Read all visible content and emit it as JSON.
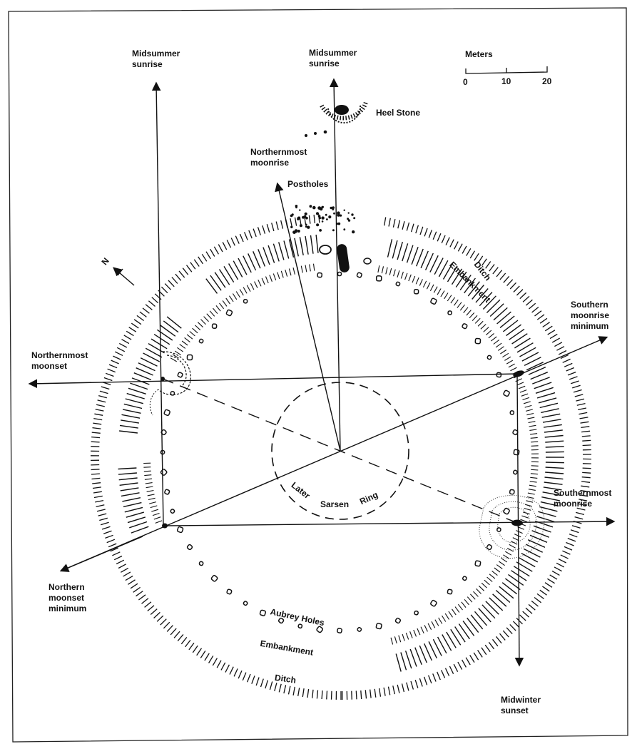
{
  "title": "Stonehenge astronomical alignments plan",
  "colors": {
    "ink": "#111111",
    "paper": "#ffffff"
  },
  "scale_bar": {
    "unit_label": "Meters",
    "ticks": [
      "0",
      "10",
      "20"
    ]
  },
  "north_arrow": {
    "label": "N"
  },
  "alignments": {
    "midsummer_sunrise_left": [
      "Midsummer",
      "sunrise"
    ],
    "midsummer_sunrise_center": [
      "Midsummer",
      "sunrise"
    ],
    "northernmost_moonrise": [
      "Northernmost",
      "moonrise"
    ],
    "southern_moonrise_minimum": [
      "Southern",
      "moonrise",
      "minimum"
    ],
    "northernmost_moonset": [
      "Northernmost",
      "moonset"
    ],
    "southernmost_moonrise": [
      "Southernmost",
      "moonrise"
    ],
    "northern_moonset_minimum": [
      "Northern",
      "moonset",
      "minimum"
    ],
    "midwinter_sunset": [
      "Midwinter",
      "sunset"
    ]
  },
  "features": {
    "heel_stone": "Heel Stone",
    "postholes": "Postholes",
    "ditch_top": "Ditch",
    "embankment_top": "Embankment",
    "sarsen_ring": [
      "Later",
      "Sarsen",
      "Ring"
    ],
    "aubrey_holes": "Aubrey Holes",
    "embankment_bottom": "Embankment",
    "ditch_bottom": "Ditch"
  }
}
